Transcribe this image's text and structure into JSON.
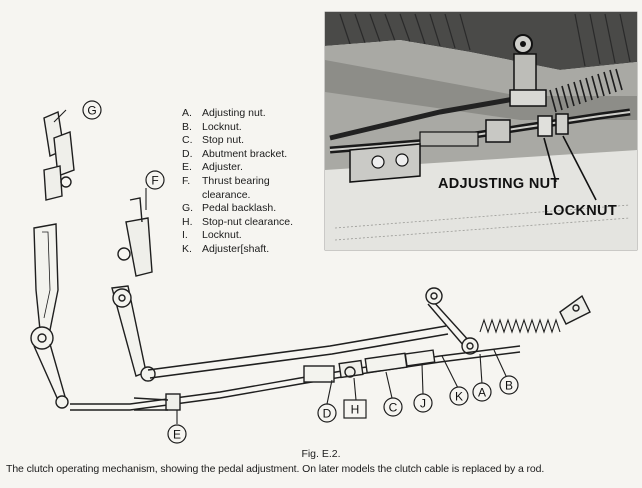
{
  "legend": [
    {
      "key": "A.",
      "text": "Adjusting nut."
    },
    {
      "key": "B.",
      "text": "Locknut."
    },
    {
      "key": "C.",
      "text": "Stop nut."
    },
    {
      "key": "D.",
      "text": "Abutment bracket."
    },
    {
      "key": "E.",
      "text": "Adjuster."
    },
    {
      "key": "F.",
      "text": "Thrust bearing\nclearance."
    },
    {
      "key": "G.",
      "text": "Pedal backlash."
    },
    {
      "key": "H.",
      "text": "Stop-nut clearance."
    },
    {
      "key": "I.",
      "text": "Locknut."
    },
    {
      "key": "K.",
      "text": "Adjuster[shaft."
    }
  ],
  "photo_labels": {
    "adjusting_nut": "ADJUSTING NUT",
    "locknut": "LOCKNUT"
  },
  "callouts": {
    "G": "G",
    "F": "F",
    "E": "E",
    "D": "D",
    "H": "H",
    "C": "C",
    "J": "J",
    "K": "K",
    "A": "A",
    "B": "B"
  },
  "caption": {
    "figure": "Fig. E.2.",
    "text": "The clutch operating mechanism, showing the pedal adjustment.   On later models the clutch cable is replaced by a rod."
  }
}
